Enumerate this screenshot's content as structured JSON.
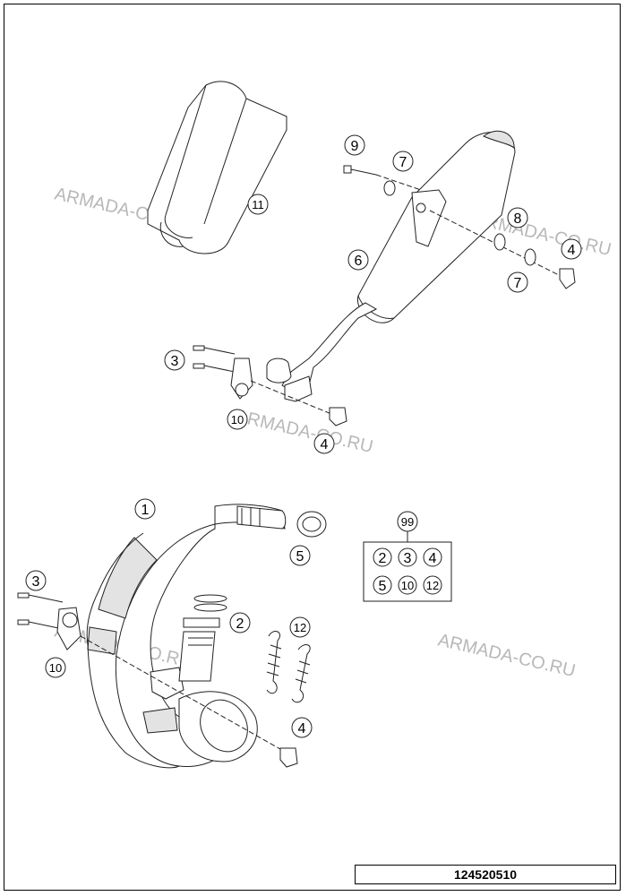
{
  "diagram": {
    "callouts": {
      "c1": "1",
      "c2": "2",
      "c3a": "3",
      "c3b": "3",
      "c4a": "4",
      "c4b": "4",
      "c4c": "4",
      "c5": "5",
      "c6": "6",
      "c7a": "7",
      "c7b": "7",
      "c8": "8",
      "c9": "9",
      "c10a": "10",
      "c10b": "10",
      "c11": "11",
      "c12": "12",
      "c99": "99"
    },
    "kit": {
      "row1": [
        "2",
        "3",
        "4"
      ],
      "row2": [
        "5",
        "10",
        "12"
      ]
    },
    "watermarks": [
      "ARMADA-CO.RU",
      "ARMADA-CO.RU",
      "ARMADA-CO.RU",
      "ARMADA-CO.RU",
      "ARMADA-CO.RU"
    ],
    "reference_number": "124520510"
  }
}
